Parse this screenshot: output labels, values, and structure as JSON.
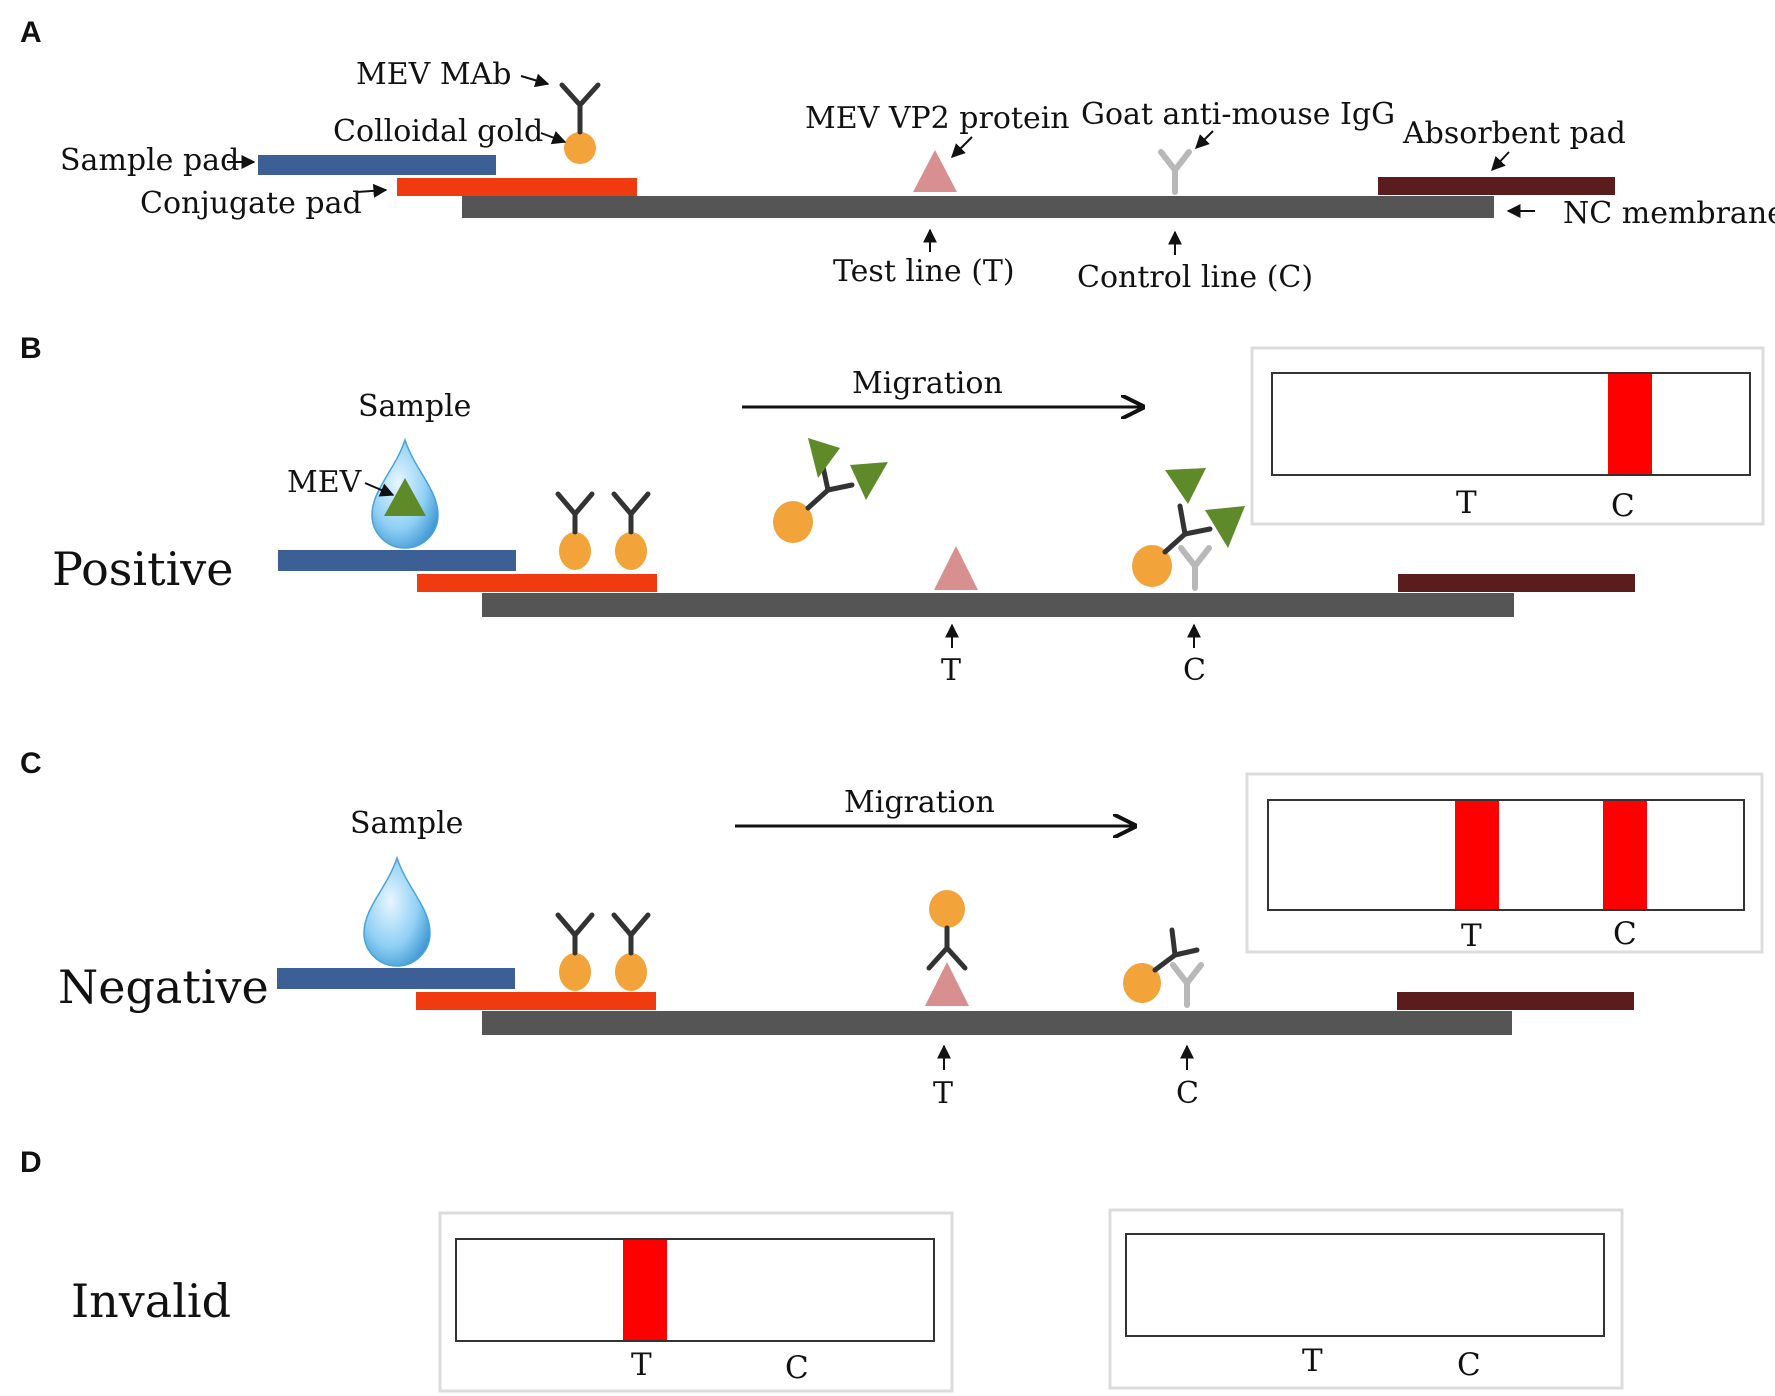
{
  "colors": {
    "sample_pad": "#3c5f95",
    "conjugate_pad": "#f03a0f",
    "nc_membrane": "#555555",
    "absorbent_pad": "#5a1c1c",
    "gold": "#f2a33a",
    "antibody": "#333333",
    "goat_antibody": "#b8b8b8",
    "antigen_vp2": "#d88f8f",
    "virus": "#5f8a2a",
    "drop": "#5ab0e0",
    "result_line": "#ff0000"
  },
  "panels": {
    "a": {
      "letter": "A",
      "labels": {
        "mab": "MEV MAb",
        "gold": "Colloidal gold",
        "sample_pad": "Sample pad",
        "conjugate_pad": "Conjugate pad",
        "vp2": "MEV VP2 protein",
        "goat": "Goat anti-mouse IgG",
        "absorbent": "Absorbent pad",
        "nc": "NC membrane",
        "test_line": "Test line (T)",
        "control_line": "Control line (C)"
      }
    },
    "b": {
      "letter": "B",
      "state": "Positive",
      "sample": "Sample",
      "virus_label": "MEV",
      "migration": "Migration",
      "t": "T",
      "c": "C",
      "result_t": "T",
      "result_c": "C"
    },
    "c": {
      "letter": "C",
      "state": "Negative",
      "sample": "Sample",
      "migration": "Migration",
      "t": "T",
      "c": "C",
      "result_t": "T",
      "result_c": "C"
    },
    "d": {
      "letter": "D",
      "state": "Invalid",
      "strip1_t": "T",
      "strip1_c": "C",
      "strip2_t": "T",
      "strip2_c": "C"
    }
  }
}
